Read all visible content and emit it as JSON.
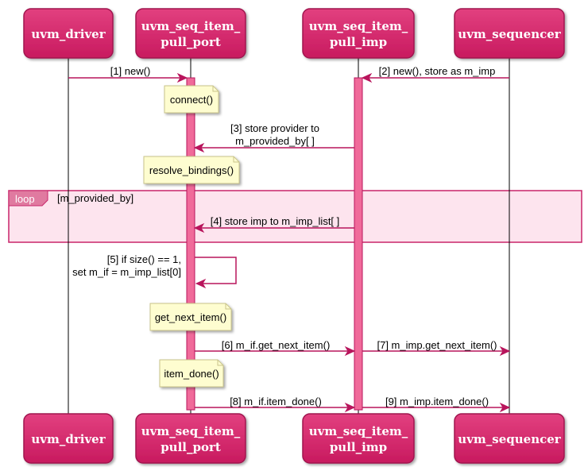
{
  "participants": [
    {
      "id": "driver",
      "label": "uvm_driver"
    },
    {
      "id": "port",
      "label": [
        "uvm_seq_item_",
        "pull_port"
      ]
    },
    {
      "id": "imp",
      "label": [
        "uvm_seq_item_",
        "pull_imp"
      ]
    },
    {
      "id": "sequencer",
      "label": "uvm_sequencer"
    }
  ],
  "messages": [
    {
      "id": "m1",
      "text": [
        "[1] new()"
      ],
      "from": "driver",
      "to": "port"
    },
    {
      "id": "m2",
      "text": [
        "[2] new(), store as m_imp"
      ],
      "from": "sequencer",
      "to": "imp"
    },
    {
      "id": "m3",
      "text": [
        "[3] store provider to",
        "m_provided_by[ ]"
      ],
      "from": "imp",
      "to": "port"
    },
    {
      "id": "m4",
      "text": [
        "[4] store imp to m_imp_list[ ]"
      ],
      "from": "imp",
      "to": "port"
    },
    {
      "id": "m5",
      "text": [
        "[5] if size() == 1,",
        "set m_if = m_imp_list[0]"
      ],
      "from": "port",
      "to": "port"
    },
    {
      "id": "m6",
      "text": [
        "[6] m_if.get_next_item()"
      ],
      "from": "port",
      "to": "imp"
    },
    {
      "id": "m7",
      "text": [
        "[7] m_imp.get_next_item()"
      ],
      "from": "imp",
      "to": "sequencer"
    },
    {
      "id": "m8",
      "text": [
        "[8] m_if.item_done()"
      ],
      "from": "port",
      "to": "imp"
    },
    {
      "id": "m9",
      "text": [
        "[9] m_imp.item_done()"
      ],
      "from": "imp",
      "to": "sequencer"
    }
  ],
  "notes": [
    "connect()",
    "resolve_bindings()",
    "get_next_item()",
    "item_done()"
  ],
  "loop": {
    "keyword": "loop",
    "condition": "[m_provided_by]"
  },
  "colors": {
    "participant_fill": "#d6266b",
    "participant_border": "#a0154f",
    "arrow": "#b8155c",
    "activation_fill": "#f06a9a",
    "lifeline": "#000000",
    "note_fill": "#fefdd0",
    "note_border": "#c9c48a",
    "loop_fill": "#fde4ee",
    "loop_border": "#c8256a",
    "loop_label_fill": "#e07aa0"
  }
}
